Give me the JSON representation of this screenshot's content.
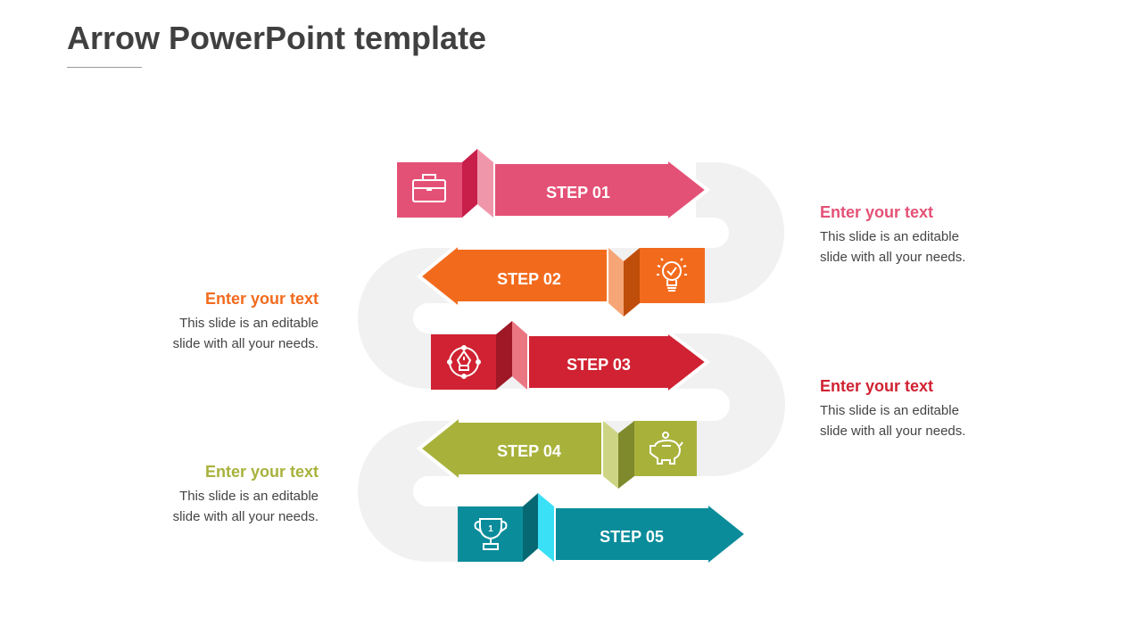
{
  "title": "Arrow PowerPoint template",
  "steps": [
    {
      "label": "STEP 01",
      "icon": "briefcase-icon",
      "color": "#e45176",
      "dark": "#c81e4a",
      "light": "#f096ab"
    },
    {
      "label": "STEP 02",
      "icon": "lightbulb-icon",
      "color": "#f26b1d",
      "dark": "#bf4e0a",
      "light": "#f6a676"
    },
    {
      "label": "STEP 03",
      "icon": "pen-tool-icon",
      "color": "#d02232",
      "dark": "#9e1826",
      "light": "#ea7682"
    },
    {
      "label": "STEP 04",
      "icon": "piggy-bank-icon",
      "color": "#a8b23b",
      "dark": "#7f8a2d",
      "light": "#cdd585"
    },
    {
      "label": "STEP 05",
      "icon": "trophy-icon",
      "color": "#0a8c9b",
      "dark": "#066873",
      "light": "#3ae0f6"
    }
  ],
  "notes": [
    {
      "heading": "Enter your text",
      "body1": "This slide is an editable",
      "body2": "slide with all your needs.",
      "color": "#e45176"
    },
    {
      "heading": "Enter your text",
      "body1": "This slide is an editable",
      "body2": "slide with all your needs.",
      "color": "#f26b1d"
    },
    {
      "heading": "Enter your text",
      "body1": "This slide is an editable",
      "body2": "slide with all your needs.",
      "color": "#d02232"
    },
    {
      "heading": "Enter your text",
      "body1": "This slide is an editable",
      "body2": "slide with all your needs.",
      "color": "#a8b23b"
    }
  ]
}
